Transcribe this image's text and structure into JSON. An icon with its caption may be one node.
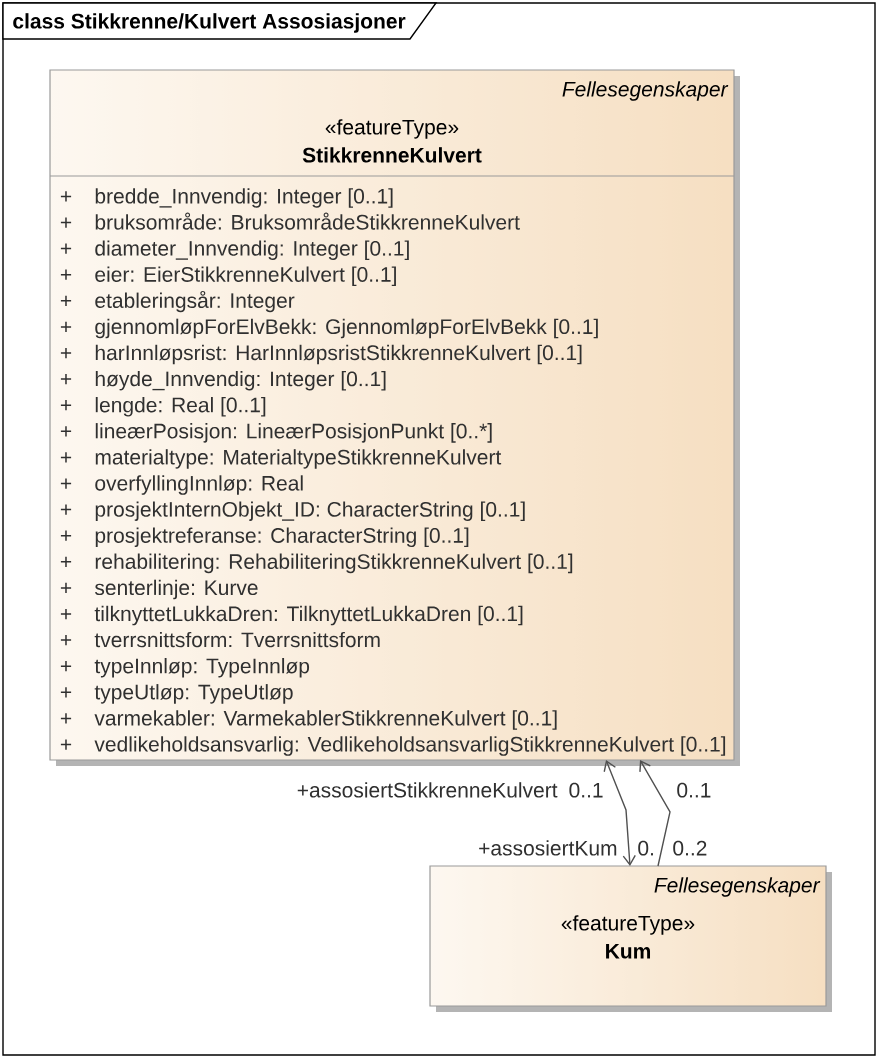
{
  "diagram": {
    "title": "class Stikkrenne/Kulvert Assosiasjoner",
    "nodes": [
      {
        "text": [
          "Fellesegenskaper",
          "«featureType»",
          "StikkrenneKulvert",
          "+",
          "bredde_Innvendig: Integer [0..1]",
          "+",
          "bruksområde: BruksområdeStikkrenneKulvert",
          "+",
          "diameter_Innvendig: Integer [0..1]",
          "+",
          "eier: EierStikkrenneKulvert [0..1]",
          "+",
          "etableringsår: Integer",
          "+",
          "gjennomløpForElvBekk: GjennomløpForElvBekk [0..1]",
          "+",
          "harInnløpsrist: HarInnløpsristStikkrenneKulvert [0..1]",
          "+",
          "høyde_Innvendig: Integer [0..1]",
          "+",
          "lengde: Real [0..1]",
          "+",
          "lineærPosisjon: LineærPosisjonPunkt [0..*]",
          "+",
          "materialtype: MaterialtypeStikkrenneKulvert",
          "+",
          "overfyllingInnløp: Real",
          "+",
          "prosjektInternObjekt_ID: CharacterString [0..1]",
          "+",
          "prosjektreferanse: CharacterString [0..1]",
          "+",
          "rehabilitering: RehabiliteringStikkrenneKulvert [0..1]",
          "+",
          "senterlinje: Kurve",
          "+",
          "tilknyttetLukkaDren: TilknyttetLukkaDren [0..1]",
          "+",
          "tverrsnittsform: Tverrsnittsform",
          "+",
          "typeInnløp: TypeInnløp",
          "+",
          "typeUtløp: TypeUtløp",
          "+",
          "varmekabler: VarmekablerStikkrenneKulvert [0..1]",
          "+",
          "vedlikeholdsansvarlig: VedlikeholdsansvarligStikkrenneKulvert [0..1]"
        ]
      },
      {
        "text": [
          "Fellesegenskaper",
          "«featureType»",
          "Kum"
        ]
      }
    ],
    "edges": [
      {
        "from": 0,
        "to": 1,
        "arrow": "both"
      },
      {
        "from": 1,
        "to": 0,
        "arrow": "to"
      }
    ],
    "labels": [
      "+assosiertStikkrenneKulvert",
      "0..1",
      "0..1",
      "+assosiertKum",
      "0.",
      "0..2"
    ]
  }
}
